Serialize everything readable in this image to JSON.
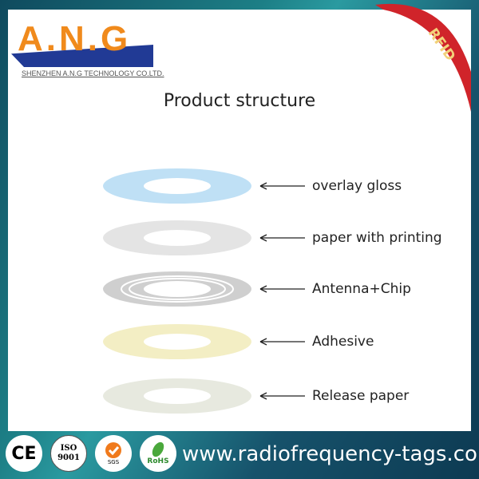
{
  "logo": {
    "text": "A.N.G",
    "company": "SHENZHEN A.N.G TECHNOLOGY CO.LTD."
  },
  "ribbon": {
    "text": "RFID"
  },
  "title": "Product structure",
  "layers": [
    {
      "label": "overlay gloss",
      "color": "#bfe0f5"
    },
    {
      "label": "paper with printing",
      "color": "#e4e4e4"
    },
    {
      "label": "Antenna+Chip",
      "color": "#cfcfcf"
    },
    {
      "label": "Adhesive",
      "color": "#f3eec4"
    },
    {
      "label": "Release paper",
      "color": "#e7e9df"
    }
  ],
  "footer": {
    "certifications": [
      "CE",
      "ISO 9001",
      "SGS",
      "RoHS"
    ],
    "url": "www.radiofrequency-tags.com"
  }
}
